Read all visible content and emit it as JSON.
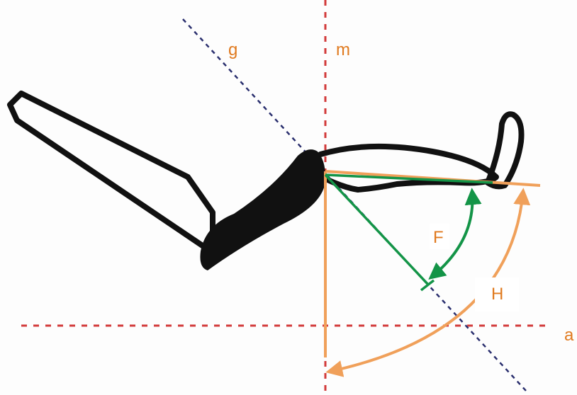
{
  "labels": {
    "g": "g",
    "m": "m",
    "a": "a",
    "F": "F",
    "H": "H"
  },
  "colors": {
    "label_orange": "#e07a1f",
    "orange_lines": "#f0a05a",
    "green": "#139447",
    "red_dash": "#d23a3a",
    "navy_dash": "#2a2f6e",
    "outline": "#111111"
  }
}
